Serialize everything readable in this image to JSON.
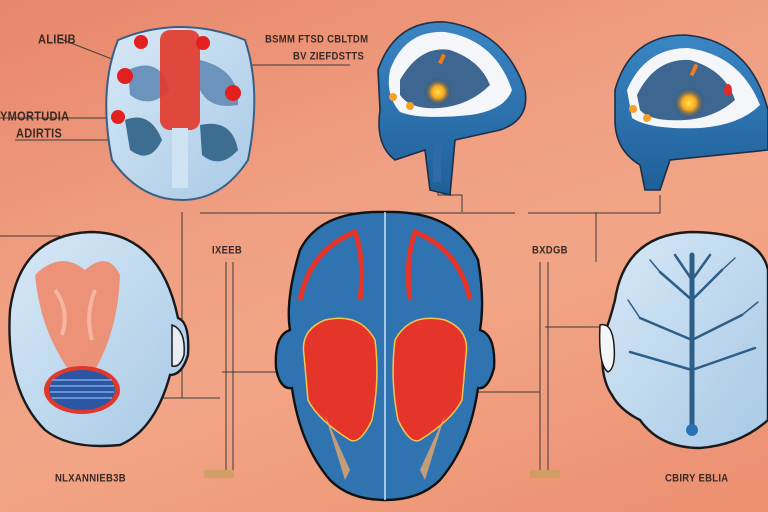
{
  "diagram": {
    "title": "Brain anatomy illustration — five head/brain cross-section views connected by leader lines",
    "colors": {
      "background": "#ef9a7c",
      "skull_blue": "#2f6fa8",
      "skull_light": "#b9d7ee",
      "tissue_red": "#e23b2e",
      "highlight_yellow": "#f6b11c",
      "line": "#3a3a3a"
    },
    "labels": {
      "top_left_1": "ALIEIB",
      "top_left_2": "YMORTUDIA",
      "top_left_3": "ADIRTIS",
      "top_center_1": "BSMM FTSD CBLTDM",
      "top_center_2": "BV ZIEFDSTTS",
      "mid_left": "IXEEB",
      "mid_right": "BXDGB",
      "bottom_left": "NLXANNIEB3B",
      "bottom_right": "CBIRY EBLIA"
    },
    "panels": [
      {
        "id": "top-left",
        "name": "Brain coronal cross-section with spinal column"
      },
      {
        "id": "top-middle",
        "name": "Sagittal brain with glowing thalamus"
      },
      {
        "id": "top-right",
        "name": "Sagittal brain with glowing region"
      },
      {
        "id": "middle-left",
        "name": "Head with brainstem and coil"
      },
      {
        "id": "center",
        "name": "Axial head with red hemispheres"
      },
      {
        "id": "middle-right",
        "name": "Head with vascular tree"
      }
    ]
  }
}
